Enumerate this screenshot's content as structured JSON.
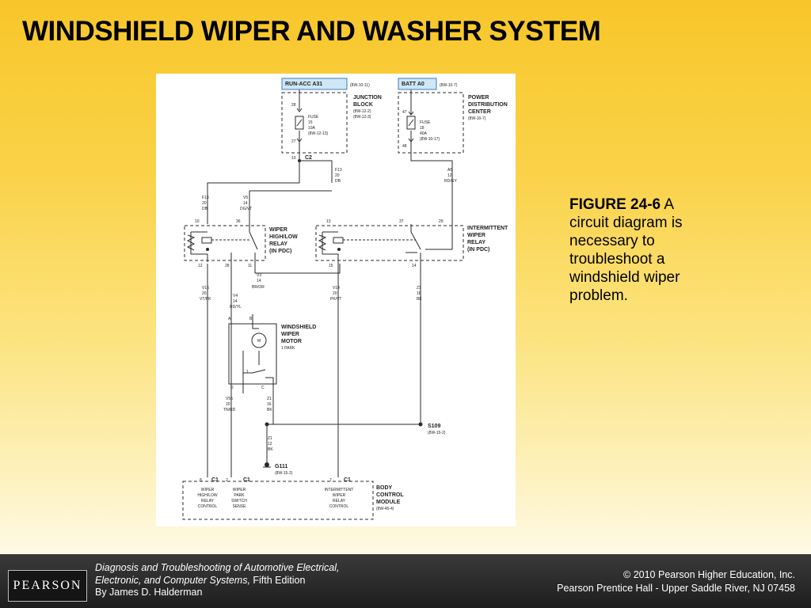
{
  "slide": {
    "title": "WINDSHIELD WIPER AND WASHER SYSTEM"
  },
  "caption": {
    "figure_number": "FIGURE 24-6",
    "text": " A circuit diagram is necessary to troubleshoot a windshield wiper problem."
  },
  "footer": {
    "logo_text": "PEARSON",
    "book_title_line1": "Diagnosis and Troubleshooting of Automotive Electrical,",
    "book_title_line2": "Electronic, and Computer Systems,",
    "edition": " Fifth Edition",
    "author": "By James D. Halderman",
    "copyright": "© 2010 Pearson Higher Education, Inc.",
    "publisher": "Pearson Prentice Hall - Upper Saddle River, NJ 07458"
  },
  "diagram": {
    "run_acc": {
      "label": "RUN-ACC A31",
      "ref": "(8W-10-11)"
    },
    "batt": {
      "label": "BATT A0",
      "ref": "(8W-10-7)"
    },
    "junction_block": {
      "line1": "JUNCTION",
      "line2": "BLOCK",
      "ref1": "(8W-12-2)",
      "ref2": "(8W-12-3)",
      "pin_top": "28",
      "pin_bot": "27",
      "fuse1": "FUSE",
      "fuse2": "15",
      "fuse3": "10A",
      "fuse_ref": "(8W-12-13)",
      "conn_pin": "10",
      "conn": "C2"
    },
    "pdc": {
      "line1": "POWER",
      "line2": "DISTRIBUTION",
      "line3": "CENTER",
      "ref": "(8W-10-7)",
      "pin_top": "47",
      "pin_bot": "48",
      "fuse1": "FUSE",
      "fuse2": "18",
      "fuse3": "40A",
      "fuse_ref": "(8W-10-17)"
    },
    "wire_f13_top": {
      "a": "F13",
      "b": "20",
      "c": "DB"
    },
    "wire_a5": {
      "a": "A5",
      "b": "12",
      "c": "RD/GY"
    },
    "wire_f13_left": {
      "a": "F13",
      "b": "20",
      "c": "DB"
    },
    "wire_v5": {
      "a": "V5",
      "b": "14",
      "c": "DG/VT"
    },
    "hl_relay": {
      "line1": "WIPER",
      "line2": "HIGH/LOW",
      "line3": "RELAY",
      "line4": "(IN PDC)",
      "pin_a": "10",
      "pin_b": "36",
      "pin_c": "12",
      "pin_d": "28",
      "pin_e": "11"
    },
    "int_relay": {
      "line1": "INTERMITTENT",
      "line2": "WIPER",
      "line3": "RELAY",
      "line4": "(IN PDC)",
      "pin_a": "13",
      "pin_b": "37",
      "pin_c": "29",
      "pin_d": "15",
      "pin_e": "14"
    },
    "wire_v3": {
      "a": "V3",
      "b": "14",
      "c": "BR/OR"
    },
    "wire_v16": {
      "a": "V16",
      "b": "20",
      "c": "VT/PK"
    },
    "wire_v4": {
      "a": "V4",
      "b": "14",
      "c": "RD/YL"
    },
    "wire_v14": {
      "a": "V14",
      "b": "20",
      "c": "PK/VT"
    },
    "wire_z1a": {
      "a": "Z1",
      "b": "16",
      "c": "BK"
    },
    "motor": {
      "line1": "WINDSHIELD",
      "line2": "WIPER",
      "line3": "MOTOR",
      "line4": "1 PARK",
      "pin_a": "A",
      "pin_b": "B",
      "pin_d": "D",
      "pin_c": "C",
      "rotor": "M",
      "switch": "1"
    },
    "wire_v55": {
      "a": "V55",
      "b": "20",
      "c": "TN/RD"
    },
    "wire_z1b": {
      "a": "Z1",
      "b": "16",
      "c": "BK"
    },
    "splice": {
      "label": "S109",
      "ref": "(8W-15-2)"
    },
    "wire_z1c": {
      "a": "Z1",
      "b": "12",
      "c": "BK"
    },
    "ground": {
      "label": "G111",
      "ref": "(8W-15-2)"
    },
    "bcm": {
      "line1": "BODY",
      "line2": "CONTROL",
      "line3": "MODULE",
      "ref": "(8W-45-4)",
      "pin1": "8",
      "conn1": "C1",
      "pin2": "2",
      "conn2": "C1",
      "pin3": "7",
      "conn3": "C1",
      "in1_a": "WIPER",
      "in1_b": "HIGH/LOW",
      "in1_c": "RELAY",
      "in1_d": "CONTROL",
      "in2_a": "WIPER",
      "in2_b": "PARK",
      "in2_c": "SWITCH",
      "in2_d": "SENSE",
      "in3_a": "INTERMITTENT",
      "in3_b": "WIPER",
      "in3_c": "RELAY",
      "in3_d": "CONTROL"
    }
  }
}
